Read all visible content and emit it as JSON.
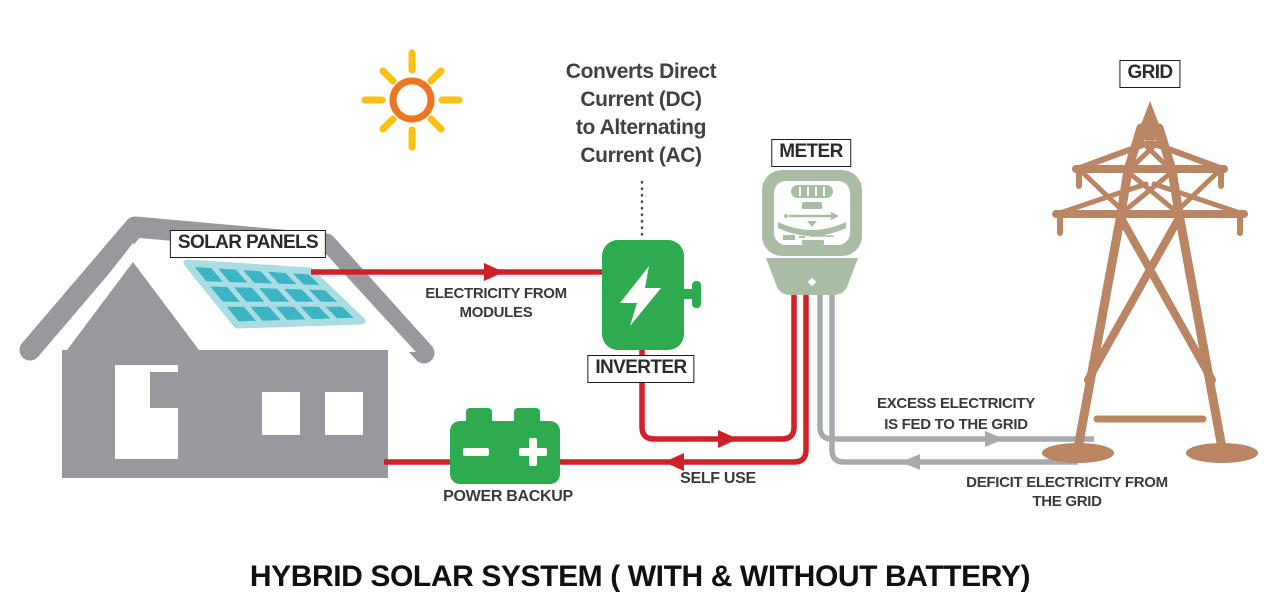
{
  "title": "HYBRID SOLAR SYSTEM ( WITH & WITHOUT BATTERY)",
  "labels": {
    "solar_panels": "SOLAR PANELS",
    "inverter": "INVERTER",
    "meter": "METER",
    "grid": "GRID"
  },
  "annotations": {
    "inverter_note": "Converts Direct\nCurrent (DC)\nto Alternating\nCurrent (AC)",
    "electricity_from_modules": "ELECTRICITY FROM\nMODULES",
    "self_use": "SELF USE",
    "excess": "EXCESS ELECTRICITY\nIS FED TO THE GRID",
    "deficit": "DEFICIT ELECTRICITY FROM THE GRID",
    "power_backup": "POWER BACKUP"
  },
  "colors": {
    "red": "#cf2127",
    "green": "#2fab4f",
    "house-gray": "#97999c",
    "wire-gray": "#a7a9ac",
    "meter-sage": "#a9bda5",
    "tower-brown": "#ba8563",
    "panel-light": "#a9dde3",
    "panel-cell": "#3cb4c4",
    "sun-orange": "#ee7524",
    "sun-yellow": "#fcc012",
    "ink": "#414042"
  }
}
